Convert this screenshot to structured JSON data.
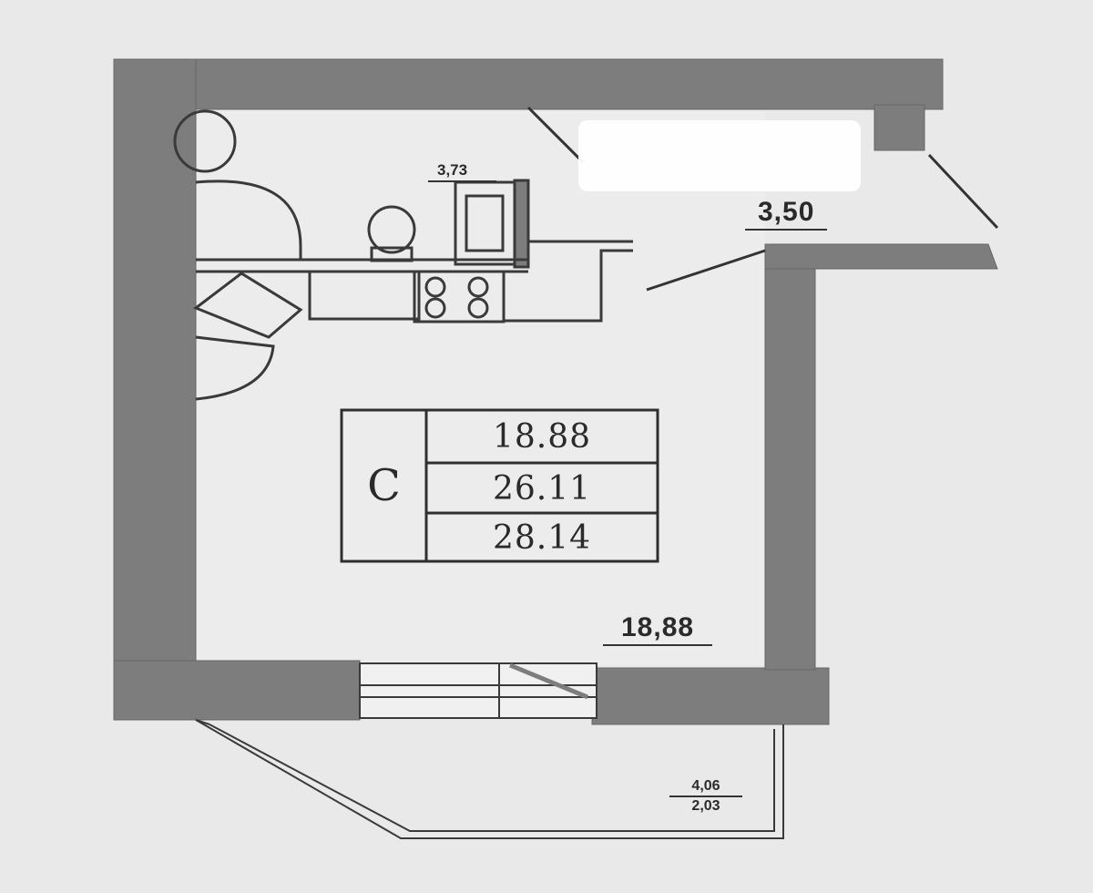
{
  "plan": {
    "room_area_label": "18,88",
    "kitchen_label": "3,73",
    "hall_label": "3,50",
    "balcony": {
      "area_top": "4,06",
      "area_bottom": "2,03"
    },
    "legend": {
      "type": "С",
      "rows": [
        "18.88",
        "26.11",
        "28.14"
      ]
    }
  },
  "colors": {
    "wall": "#7d7d7d",
    "line": "#3a3a3a",
    "paper": "#e9e9ea",
    "redacted": "#ffffff"
  }
}
